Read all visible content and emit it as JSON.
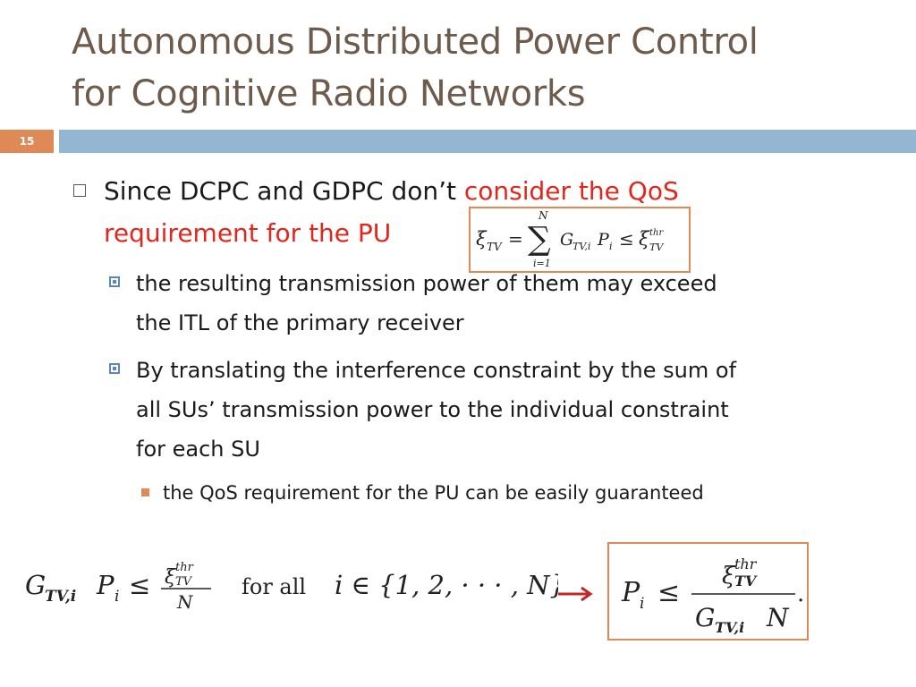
{
  "slide": {
    "title_line1": "Autonomous Distributed Power Control",
    "title_line2": "for Cognitive Radio Networks",
    "number": "15"
  },
  "bullets": {
    "main_prefix": "Since DCPC and GDPC don’t ",
    "main_highlight_1": "consider the QoS",
    "main_highlight_2": "requirement for the PU",
    "sub1_line1": "the resulting transmission power of them may exceed",
    "sub1_line2": "the ITL of the primary receiver",
    "sub2_line1": "By translating the interference constraint by the sum of",
    "sub2_line2": "all SUs’ transmission power to the individual constraint",
    "sub2_line3": "for each SU",
    "subsub1": "the QoS requirement for the PU can be easily guaranteed"
  },
  "equations": {
    "sum_constraint": {
      "lhs": "ξ",
      "lhs_sub": "TV",
      "eq": "=",
      "sum_top": "N",
      "sum_symbol": "∑",
      "sum_bottom": "i=1",
      "g": "G",
      "g_sub": "TV,i",
      "p": "P",
      "p_sub": "i",
      "leq": "≤",
      "rhs": "ξ",
      "rhs_sup": "thr",
      "rhs_sub": "TV"
    },
    "individual_constraint": {
      "g": "G",
      "g_sub": "TV,i",
      "p": "P",
      "p_sub": "i",
      "leq": "≤",
      "num": "ξ",
      "num_sup": "thr",
      "num_sub": "TV",
      "den": "N",
      "for_all": "for all",
      "index_set": "i ∈ {1, 2, · · · , N}"
    },
    "result": {
      "p": "P",
      "p_sub": "i",
      "leq": "≤",
      "num": "ξ",
      "num_sup": "thr",
      "num_sub": "TV",
      "den_g": "G",
      "den_g_sub": "TV,i",
      "den_n": "N",
      "period": "."
    }
  },
  "colors": {
    "title": "#6e5b4c",
    "accent_orange": "#df8a56",
    "bar_blue": "#93b6d2",
    "highlight_red": "#e2261c",
    "arrow_red": "#c0282a"
  },
  "icons": {
    "level1": "hollow-square-bullet-icon",
    "level2": "blue-square-bullet-icon",
    "level3": "orange-square-bullet-icon",
    "arrow": "right-arrow-icon"
  }
}
